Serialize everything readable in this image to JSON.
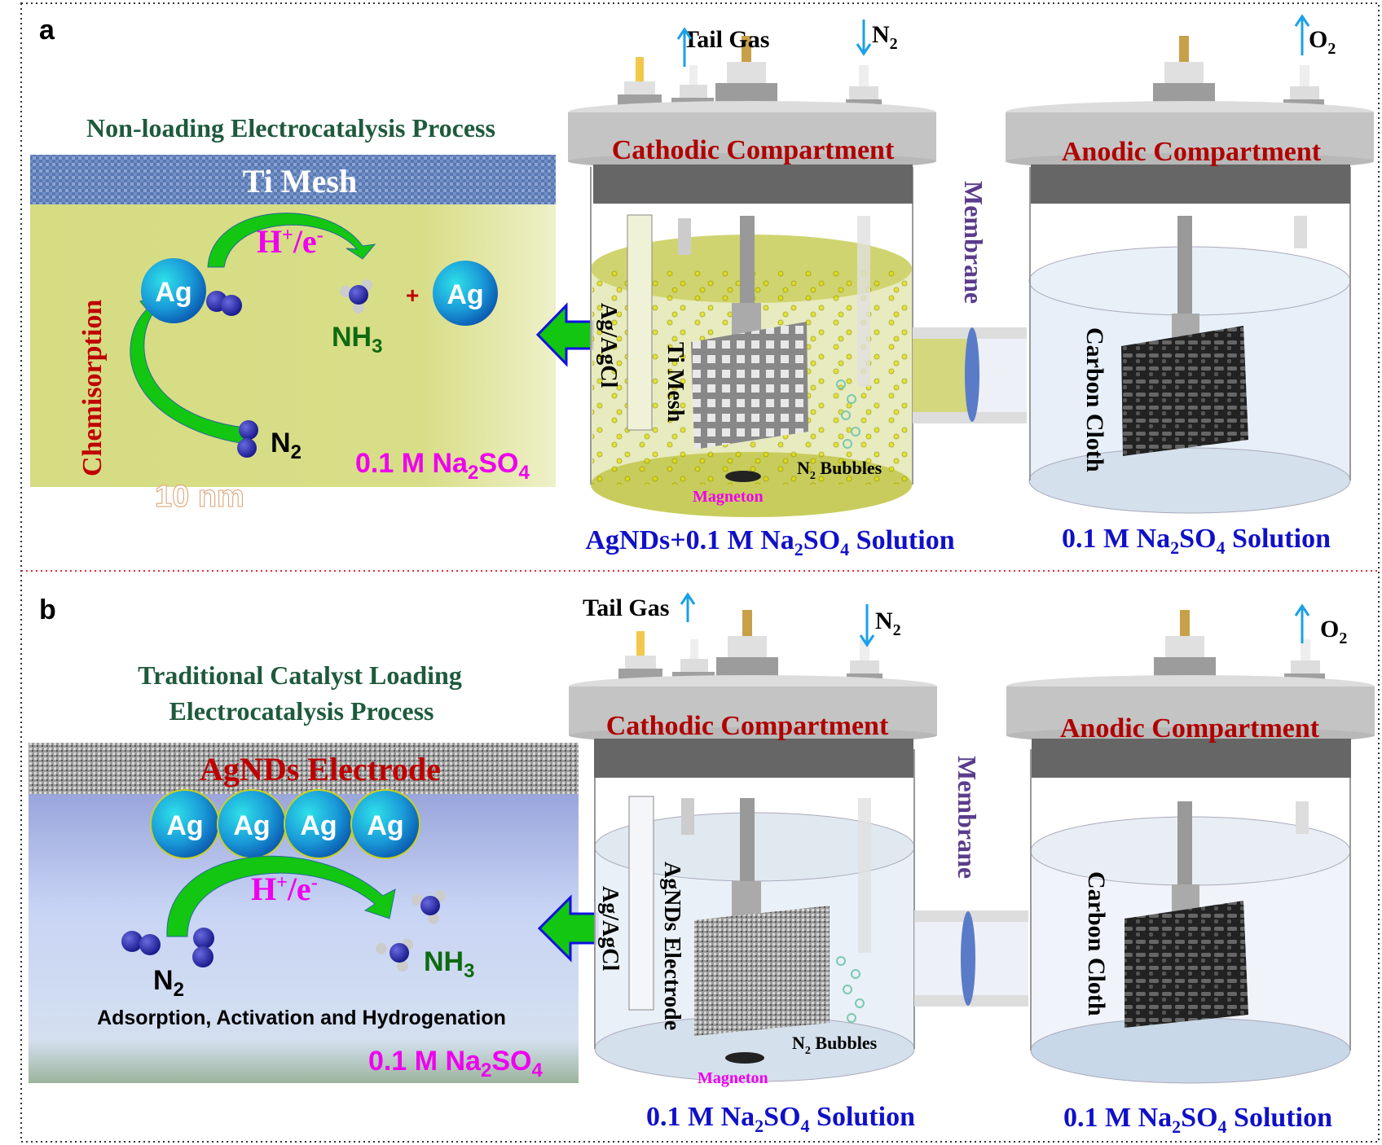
{
  "panels": {
    "a": {
      "label": "a",
      "title": "Non-loading Electrocatalysis Process",
      "electrode_label": "Ti Mesh",
      "ag": "Ag",
      "h_label": {
        "h": "H",
        "plus": "+",
        "slash": "/e",
        "minus": "-"
      },
      "plus_sign": "+",
      "nh3": {
        "main": "NH",
        "sub": "3"
      },
      "n2": {
        "main": "N",
        "sub": "2"
      },
      "chemisorption": "Chemisorption",
      "scale_bar": "10 nm",
      "electrolyte": {
        "main": "0.1 M Na",
        "sub1": "2",
        "mid": "SO",
        "sub2": "4"
      },
      "cathode": {
        "tail_gas": "Tail Gas",
        "n2_in": {
          "main": "N",
          "sub": "2"
        },
        "compartment": "Cathodic Compartment",
        "reference": "Ag/AgCl",
        "working": "Ti Mesh",
        "bubbles": {
          "main": "N",
          "sub": "2",
          "rest": " Bubbles"
        },
        "magneton": "Magneton",
        "solution": {
          "pre": "AgNDs+0.1 M Na",
          "sub1": "2",
          "mid": "SO",
          "sub2": "4",
          "post": " Solution"
        }
      },
      "membrane": "Membrane",
      "anode": {
        "o2_out": {
          "main": "O",
          "sub": "2"
        },
        "compartment": "Anodic Compartment",
        "counter": "Carbon Cloth",
        "solution": {
          "pre": "0.1 M Na",
          "sub1": "2",
          "mid": "SO",
          "sub2": "4",
          "post": " Solution"
        }
      }
    },
    "b": {
      "label": "b",
      "title_line1": "Traditional Catalyst Loading",
      "title_line2": "Electrocatalysis Process",
      "electrode_label": "AgNDs Electrode",
      "ag": "Ag",
      "h_label": {
        "h": "H",
        "plus": "+",
        "slash": "/e",
        "minus": "-"
      },
      "nh3": {
        "main": "NH",
        "sub": "3"
      },
      "n2": {
        "main": "N",
        "sub": "2"
      },
      "process": "Adsorption, Activation and Hydrogenation",
      "electrolyte": {
        "main": "0.1 M Na",
        "sub1": "2",
        "mid": "SO",
        "sub2": "4"
      },
      "cathode": {
        "tail_gas": "Tail Gas",
        "n2_in": {
          "main": "N",
          "sub": "2"
        },
        "compartment": "Cathodic Compartment",
        "reference": "Ag/AgCl",
        "working": "AgNDs Electrode",
        "bubbles": {
          "main": "N",
          "sub": "2",
          "rest": " Bubbles"
        },
        "magneton": "Magneton",
        "solution": {
          "pre": "0.1 M Na",
          "sub1": "2",
          "mid": "SO",
          "sub2": "4",
          "post": " Solution"
        }
      },
      "membrane": "Membrane",
      "anode": {
        "o2_out": {
          "main": "O",
          "sub": "2"
        },
        "compartment": "Anodic Compartment",
        "counter": "Carbon Cloth",
        "solution": {
          "pre": "0.1 M Na",
          "sub1": "2",
          "mid": "SO",
          "sub2": "4",
          "post": " Solution"
        }
      }
    }
  },
  "colors": {
    "title_green": "#1e5a3c",
    "compartment_red": "#b00000",
    "magenta": "#ee00ee",
    "solution_blue": "#1010c8",
    "membrane_purple": "#5a3c8c",
    "arrow_green": "#12c612",
    "yellow_solution": "#d6dc82",
    "blue_solution": "#c8d4f4"
  }
}
